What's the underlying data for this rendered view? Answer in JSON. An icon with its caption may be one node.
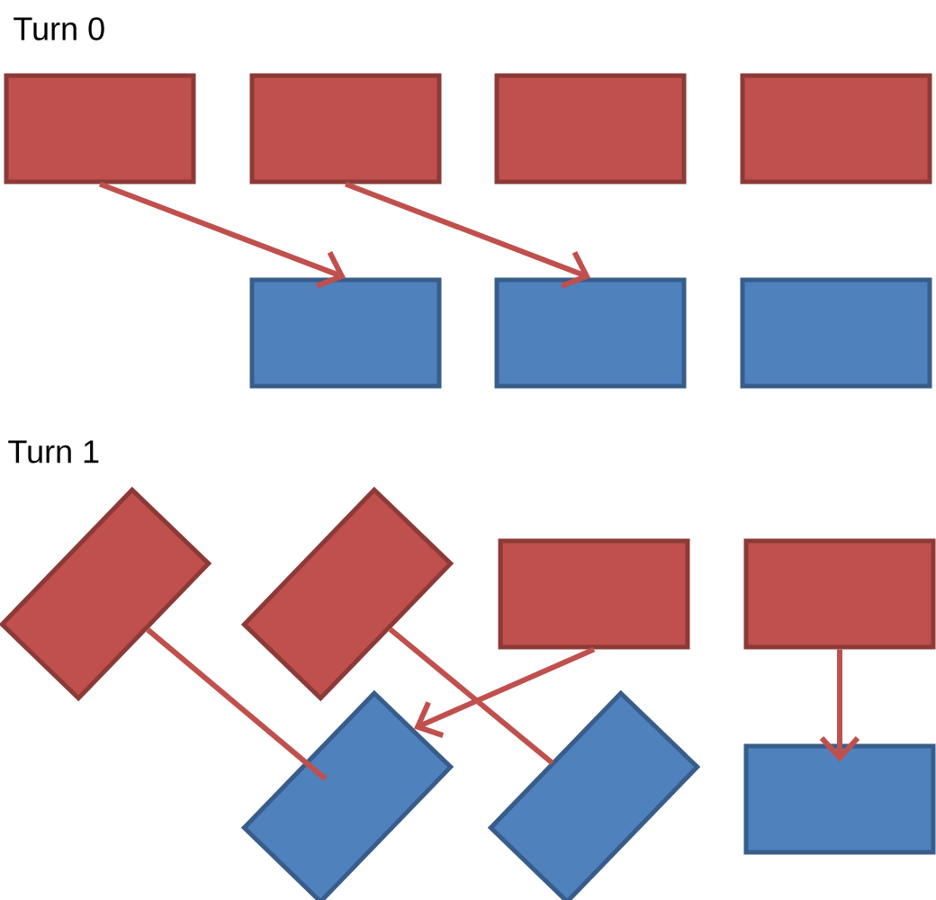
{
  "diagram": {
    "nodes": [
      {
        "text": [],
        "shape": "box"
      },
      {
        "text": [],
        "shape": "box"
      },
      {
        "text": [],
        "shape": "box"
      },
      {
        "text": [],
        "shape": "box"
      },
      {
        "text": [],
        "shape": "box"
      },
      {
        "text": [],
        "shape": "box"
      },
      {
        "text": [],
        "shape": "box"
      },
      {
        "text": [],
        "shape": "box"
      },
      {
        "text": [],
        "shape": "box"
      },
      {
        "text": [],
        "shape": "box"
      },
      {
        "text": [],
        "shape": "box"
      },
      {
        "text": [],
        "shape": "box"
      },
      {
        "text": [],
        "shape": "box"
      },
      {
        "text": [],
        "shape": "box"
      }
    ],
    "edges": [
      {
        "from": 0,
        "to": 4,
        "arrow": "to"
      },
      {
        "from": 1,
        "to": 5,
        "arrow": "to"
      },
      {
        "from": 7,
        "to": 11,
        "arrow": "none"
      },
      {
        "from": 8,
        "to": 12,
        "arrow": "none"
      },
      {
        "from": 9,
        "to": 11,
        "arrow": "to"
      },
      {
        "from": 10,
        "to": 13,
        "arrow": "to"
      }
    ],
    "labels": [
      "Turn 0",
      "Turn 1"
    ]
  }
}
